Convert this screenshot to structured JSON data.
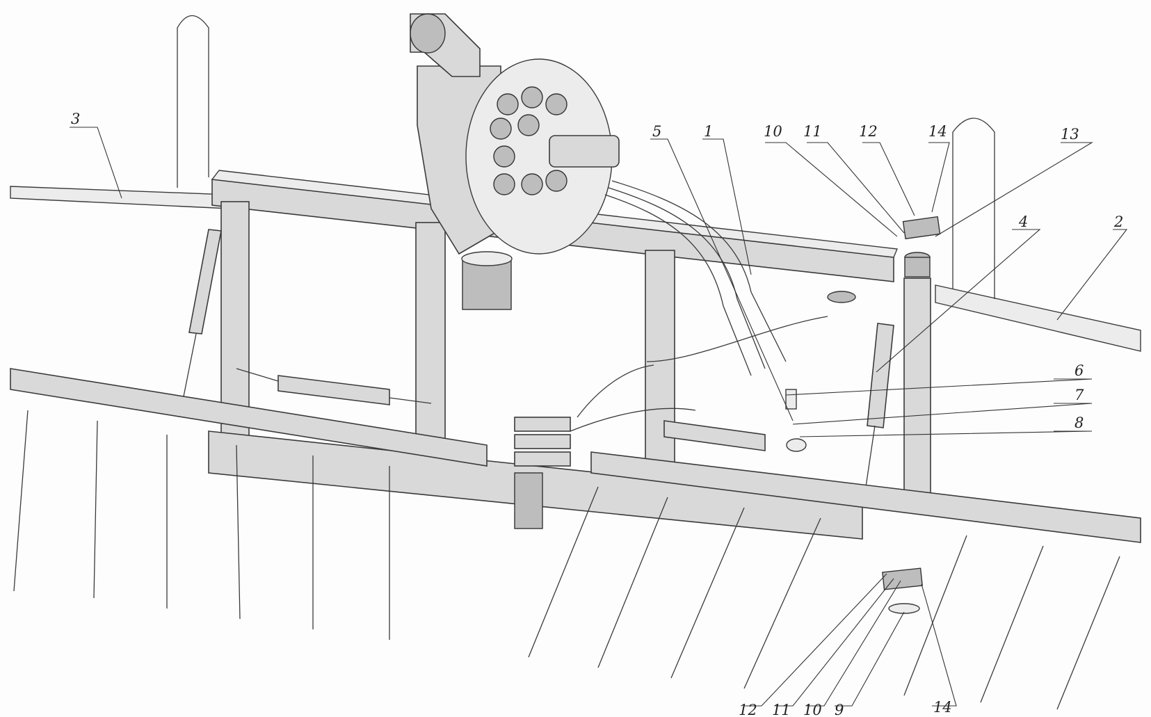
{
  "labels": [
    {
      "id": "1",
      "text": "1"
    },
    {
      "id": "2",
      "text": "2"
    },
    {
      "id": "3",
      "text": "3"
    },
    {
      "id": "4",
      "text": "4"
    },
    {
      "id": "5",
      "text": "5"
    },
    {
      "id": "6",
      "text": "6"
    },
    {
      "id": "7",
      "text": "7"
    },
    {
      "id": "8",
      "text": "8"
    },
    {
      "id": "9",
      "text": "9"
    },
    {
      "id": "10a",
      "text": "10"
    },
    {
      "id": "11a",
      "text": "11"
    },
    {
      "id": "12a",
      "text": "12"
    },
    {
      "id": "13",
      "text": "13"
    },
    {
      "id": "14a",
      "text": "14"
    },
    {
      "id": "10b",
      "text": "10"
    },
    {
      "id": "11b",
      "text": "11"
    },
    {
      "id": "12b",
      "text": "12"
    },
    {
      "id": "14b",
      "text": "14"
    }
  ],
  "colors": {
    "background": "#fdfdfd",
    "part_fill": "#d9d9d9",
    "outline": "#3a3a3a"
  }
}
